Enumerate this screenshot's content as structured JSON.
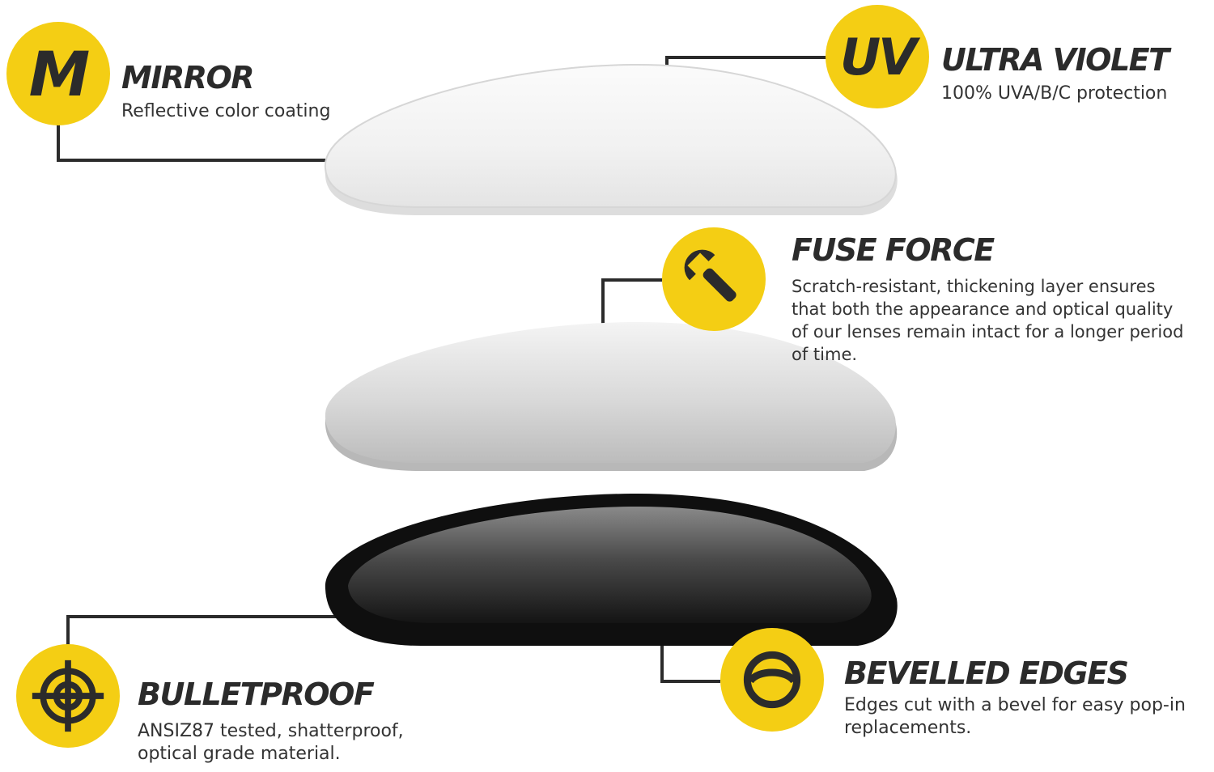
{
  "features": {
    "mirror": {
      "icon": "M",
      "title": "MIRROR",
      "desc": [
        "Reflective color coating"
      ]
    },
    "uv": {
      "icon": "UV",
      "title": "ULTRA VIOLET",
      "desc": [
        "100% UVA/B/C protection"
      ]
    },
    "fuse": {
      "icon_name": "wrench-icon",
      "title": "FUSE FORCE",
      "desc": [
        "Scratch-resistant, thickening layer ensures",
        "that both the appearance and optical quality",
        "of our lenses remain intact for a longer period",
        "of time."
      ]
    },
    "bulletproof": {
      "icon_name": "crosshair-icon",
      "title": "BULLETPROOF",
      "desc": [
        "ANSIZ87 tested, shatterproof,",
        "optical grade material."
      ]
    },
    "bevelled": {
      "icon_name": "bevel-edge-icon",
      "title": "BEVELLED EDGES",
      "desc": [
        "Edges cut with a bevel for easy pop-in",
        "replacements."
      ]
    }
  },
  "colors": {
    "accent_yellow": "#F4CE14",
    "text_dark": "#2b2b2b",
    "connector": "#2b2b2b"
  }
}
